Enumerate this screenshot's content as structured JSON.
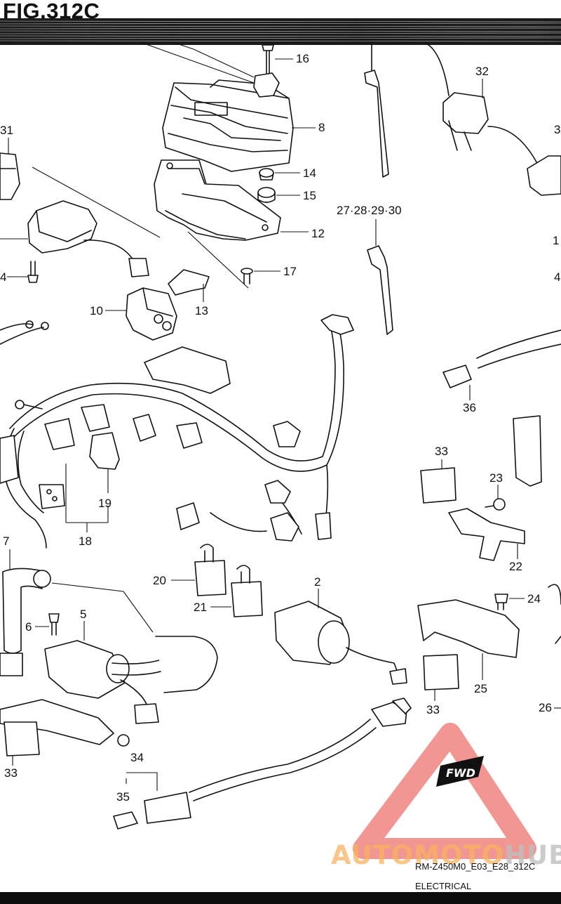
{
  "figure": {
    "title": "FIG.312C"
  },
  "reference": {
    "code": "RM-Z450M0_E03_E28_312C",
    "section": "ELECTRICAL"
  },
  "watermark": {
    "text_a": "AUTO",
    "text_b": "MOTO",
    "text_c": "HUB",
    "badge": "FWD",
    "colors": {
      "triangle": "#e8504a",
      "text_orange": "#f7b260",
      "text_grey": "#bebebe"
    }
  },
  "callouts": {
    "c2": "2",
    "c5": "5",
    "c6": "6",
    "c7": "7",
    "c8": "8",
    "c10": "10",
    "c12": "12",
    "c13": "13",
    "c14": "14",
    "c15": "15",
    "c16": "16",
    "c17": "17",
    "c18": "18",
    "c19": "19",
    "c20": "20",
    "c21": "21",
    "c22": "22",
    "c23": "23",
    "c24": "24",
    "c25": "25",
    "c26": "26",
    "c27_30": "27·28·29·30",
    "c31": "31",
    "c32": "32",
    "c33a": "33",
    "c33b": "33",
    "c33c": "33",
    "c34": "34",
    "c35": "35",
    "c36": "36",
    "edge_4": "4",
    "edge_3": "3",
    "edge_1": "1",
    "edge_4b": "4"
  }
}
